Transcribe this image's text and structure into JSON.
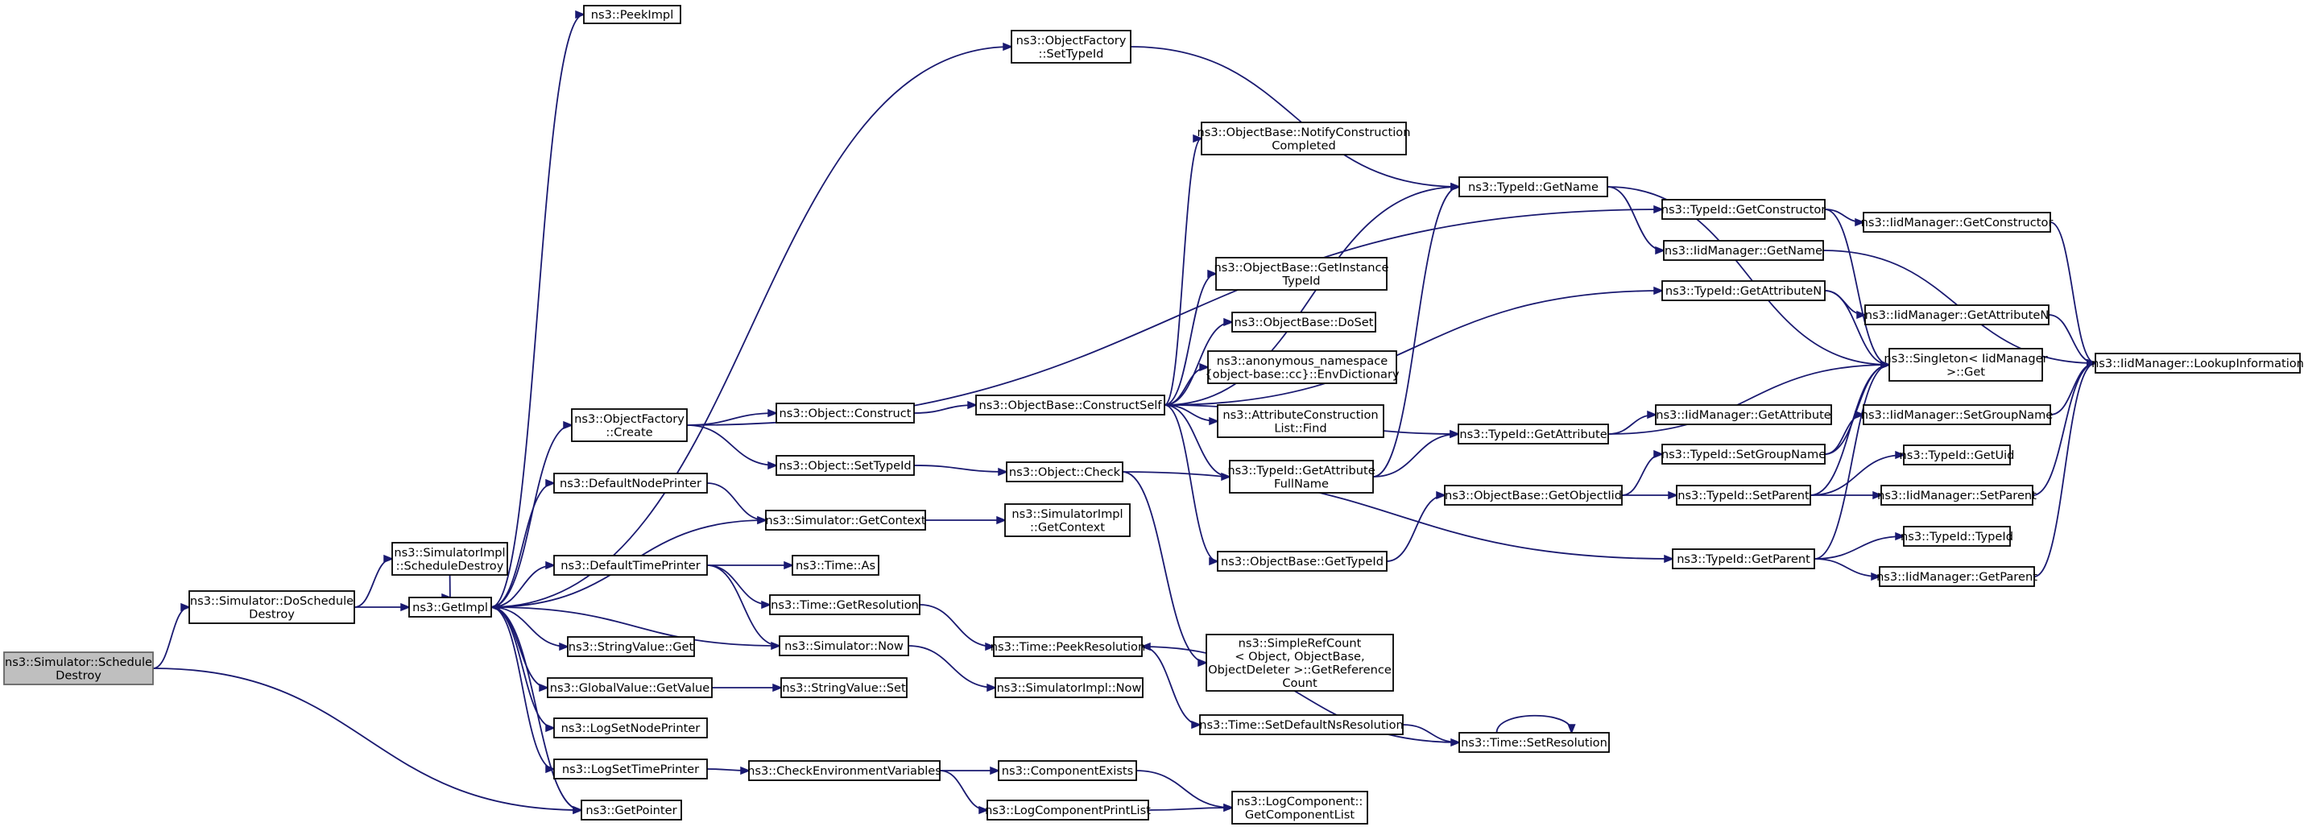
{
  "diagram": {
    "title": "",
    "colors": {
      "edge": "#191970",
      "node_border": "#000000",
      "root_fill": "#bfbfbf",
      "node_fill": "#ffffff"
    },
    "nodes": [
      {
        "id": "root",
        "lines": [
          "ns3::Simulator::Schedule",
          "Destroy"
        ]
      },
      {
        "id": "doschedule",
        "lines": [
          "ns3::Simulator::DoSchedule",
          "Destroy"
        ]
      },
      {
        "id": "simimpl_schedule",
        "lines": [
          "ns3::SimulatorImpl",
          "::ScheduleDestroy"
        ]
      },
      {
        "id": "getimpl",
        "lines": [
          "ns3::GetImpl"
        ]
      },
      {
        "id": "peekimpl",
        "lines": [
          "ns3::PeekImpl"
        ]
      },
      {
        "id": "of_settypeid",
        "lines": [
          "ns3::ObjectFactory",
          "::SetTypeId"
        ]
      },
      {
        "id": "of_create",
        "lines": [
          "ns3::ObjectFactory",
          "::Create"
        ]
      },
      {
        "id": "defaultnodeprinter",
        "lines": [
          "ns3::DefaultNodePrinter"
        ]
      },
      {
        "id": "defaulttimeprinter",
        "lines": [
          "ns3::DefaultTimePrinter"
        ]
      },
      {
        "id": "stringvalue_get",
        "lines": [
          "ns3::StringValue::Get"
        ]
      },
      {
        "id": "globalvalue_getvalue",
        "lines": [
          "ns3::GlobalValue::GetValue"
        ]
      },
      {
        "id": "logsetnodeprinter",
        "lines": [
          "ns3::LogSetNodePrinter"
        ]
      },
      {
        "id": "logsettimeprinter",
        "lines": [
          "ns3::LogSetTimePrinter"
        ]
      },
      {
        "id": "getpointer",
        "lines": [
          "ns3::GetPointer"
        ]
      },
      {
        "id": "object_construct",
        "lines": [
          "ns3::Object::Construct"
        ]
      },
      {
        "id": "object_settypeid",
        "lines": [
          "ns3::Object::SetTypeId"
        ]
      },
      {
        "id": "sim_getcontext",
        "lines": [
          "ns3::Simulator::GetContext"
        ]
      },
      {
        "id": "time_as",
        "lines": [
          "ns3::Time::As"
        ]
      },
      {
        "id": "time_getresolution",
        "lines": [
          "ns3::Time::GetResolution"
        ]
      },
      {
        "id": "sim_now",
        "lines": [
          "ns3::Simulator::Now"
        ]
      },
      {
        "id": "stringvalue_set",
        "lines": [
          "ns3::StringValue::Set"
        ]
      },
      {
        "id": "checkenv",
        "lines": [
          "ns3::CheckEnvironmentVariables"
        ]
      },
      {
        "id": "object_check",
        "lines": [
          "ns3::Object::Check"
        ]
      },
      {
        "id": "simimpl_getcontext",
        "lines": [
          "ns3::SimulatorImpl",
          "::GetContext"
        ]
      },
      {
        "id": "time_peekresolution",
        "lines": [
          "ns3::Time::PeekResolution"
        ]
      },
      {
        "id": "simimpl_now",
        "lines": [
          "ns3::SimulatorImpl::Now"
        ]
      },
      {
        "id": "componentexists",
        "lines": [
          "ns3::ComponentExists"
        ]
      },
      {
        "id": "logcomponentprintlist",
        "lines": [
          "ns3::LogComponentPrintList"
        ]
      },
      {
        "id": "objectbase_constructself",
        "lines": [
          "ns3::ObjectBase::ConstructSelf"
        ]
      },
      {
        "id": "ob_notifyconstruction",
        "lines": [
          "ns3::ObjectBase::NotifyConstruction",
          "Completed"
        ]
      },
      {
        "id": "ob_getinstancetypeid",
        "lines": [
          "ns3::ObjectBase::GetInstance",
          "TypeId"
        ]
      },
      {
        "id": "ob_doset",
        "lines": [
          "ns3::ObjectBase::DoSet"
        ]
      },
      {
        "id": "anon_envdictionary",
        "lines": [
          "ns3::anonymous_namespace",
          "{object-base::cc}::EnvDictionary"
        ]
      },
      {
        "id": "attrconstructionlist_find",
        "lines": [
          "ns3::AttributeConstruction",
          "List::Find"
        ]
      },
      {
        "id": "typeid_getattributefullname",
        "lines": [
          "ns3::TypeId::GetAttribute",
          "FullName"
        ]
      },
      {
        "id": "ob_gettypeid",
        "lines": [
          "ns3::ObjectBase::GetTypeId"
        ]
      },
      {
        "id": "simplerefcount",
        "lines": [
          "ns3::SimpleRefCount",
          "< Object, ObjectBase,",
          "ObjectDeleter >::GetReference",
          "Count"
        ]
      },
      {
        "id": "time_setdefaultnsresolution",
        "lines": [
          "ns3::Time::SetDefaultNsResolution"
        ]
      },
      {
        "id": "logcomponent_getcomponentlist",
        "lines": [
          "ns3::LogComponent::",
          "GetComponentList"
        ]
      },
      {
        "id": "typeid_getname",
        "lines": [
          "ns3::TypeId::GetName"
        ]
      },
      {
        "id": "typeid_getattribute",
        "lines": [
          "ns3::TypeId::GetAttribute"
        ]
      },
      {
        "id": "ob_getobjectiid",
        "lines": [
          "ns3::ObjectBase::GetObjectIid"
        ]
      },
      {
        "id": "time_setresolution",
        "lines": [
          "ns3::Time::SetResolution"
        ]
      },
      {
        "id": "typeid_getconstructor",
        "lines": [
          "ns3::TypeId::GetConstructor"
        ]
      },
      {
        "id": "iidmanager_getname",
        "lines": [
          "ns3::IidManager::GetName"
        ]
      },
      {
        "id": "typeid_getattributen",
        "lines": [
          "ns3::TypeId::GetAttributeN"
        ]
      },
      {
        "id": "iidmanager_getattribute",
        "lines": [
          "ns3::IidManager::GetAttribute"
        ]
      },
      {
        "id": "typeid_setgroupname",
        "lines": [
          "ns3::TypeId::SetGroupName"
        ]
      },
      {
        "id": "typeid_setparent",
        "lines": [
          "ns3::TypeId::SetParent"
        ]
      },
      {
        "id": "typeid_getparent",
        "lines": [
          "ns3::TypeId::GetParent"
        ]
      },
      {
        "id": "iidmanager_getconstructor",
        "lines": [
          "ns3::IidManager::GetConstructor"
        ]
      },
      {
        "id": "singleton_get",
        "lines": [
          "ns3::Singleton< IidManager",
          ">::Get"
        ]
      },
      {
        "id": "iidmanager_getattributen",
        "lines": [
          "ns3::IidManager::GetAttributeN"
        ]
      },
      {
        "id": "iidmanager_setgroupname",
        "lines": [
          "ns3::IidManager::SetGroupName"
        ]
      },
      {
        "id": "typeid_getuid",
        "lines": [
          "ns3::TypeId::GetUid"
        ]
      },
      {
        "id": "iidmanager_setparent",
        "lines": [
          "ns3::IidManager::SetParent"
        ]
      },
      {
        "id": "typeid_typeid",
        "lines": [
          "ns3::TypeId::TypeId"
        ]
      },
      {
        "id": "iidmanager_getparent",
        "lines": [
          "ns3::IidManager::GetParent"
        ]
      },
      {
        "id": "iidmanager_lookupinformation",
        "lines": [
          "ns3::IidManager::LookupInformation"
        ]
      }
    ],
    "edges": [
      [
        "root",
        "doschedule"
      ],
      [
        "root",
        "getpointer"
      ],
      [
        "doschedule",
        "simimpl_schedule"
      ],
      [
        "doschedule",
        "getimpl"
      ],
      [
        "simimpl_schedule",
        "getimpl"
      ],
      [
        "getimpl",
        "peekimpl"
      ],
      [
        "getimpl",
        "of_settypeid"
      ],
      [
        "getimpl",
        "of_create"
      ],
      [
        "getimpl",
        "defaultnodeprinter"
      ],
      [
        "getimpl",
        "sim_getcontext"
      ],
      [
        "getimpl",
        "defaulttimeprinter"
      ],
      [
        "getimpl",
        "stringvalue_get"
      ],
      [
        "getimpl",
        "globalvalue_getvalue"
      ],
      [
        "getimpl",
        "logsetnodeprinter"
      ],
      [
        "getimpl",
        "logsettimeprinter"
      ],
      [
        "getimpl",
        "getpointer"
      ],
      [
        "of_settypeid",
        "typeid_getname"
      ],
      [
        "of_create",
        "typeid_getconstructor"
      ],
      [
        "of_create",
        "object_construct"
      ],
      [
        "of_create",
        "object_settypeid"
      ],
      [
        "defaultnodeprinter",
        "sim_getcontext"
      ],
      [
        "defaulttimeprinter",
        "time_as"
      ],
      [
        "defaulttimeprinter",
        "time_getresolution"
      ],
      [
        "defaulttimeprinter",
        "sim_now"
      ],
      [
        "globalvalue_getvalue",
        "stringvalue_set"
      ],
      [
        "logsettimeprinter",
        "checkenv"
      ],
      [
        "object_construct",
        "objectbase_constructself"
      ],
      [
        "object_settypeid",
        "object_check"
      ],
      [
        "sim_getcontext",
        "simimpl_getcontext"
      ],
      [
        "time_getresolution",
        "time_peekresolution"
      ],
      [
        "sim_now",
        "getimpl"
      ],
      [
        "sim_now",
        "simimpl_now"
      ],
      [
        "checkenv",
        "componentexists"
      ],
      [
        "checkenv",
        "logcomponentprintlist"
      ],
      [
        "object_check",
        "simplerefcount"
      ],
      [
        "object_check",
        "typeid_getparent"
      ],
      [
        "objectbase_constructself",
        "ob_notifyconstruction"
      ],
      [
        "objectbase_constructself",
        "typeid_getname"
      ],
      [
        "objectbase_constructself",
        "ob_getinstancetypeid"
      ],
      [
        "objectbase_constructself",
        "ob_doset"
      ],
      [
        "objectbase_constructself",
        "anon_envdictionary"
      ],
      [
        "objectbase_constructself",
        "attrconstructionlist_find"
      ],
      [
        "objectbase_constructself",
        "typeid_getattributefullname"
      ],
      [
        "objectbase_constructself",
        "ob_gettypeid"
      ],
      [
        "objectbase_constructself",
        "typeid_getattribute"
      ],
      [
        "objectbase_constructself",
        "typeid_getattributen"
      ],
      [
        "typeid_getattributefullname",
        "typeid_getname"
      ],
      [
        "typeid_getattributefullname",
        "typeid_getattribute"
      ],
      [
        "ob_gettypeid",
        "ob_getobjectiid"
      ],
      [
        "time_peekresolution",
        "time_setdefaultnsresolution"
      ],
      [
        "time_setdefaultnsresolution",
        "time_setresolution"
      ],
      [
        "time_setresolution",
        "time_setresolution"
      ],
      [
        "time_setresolution",
        "time_peekresolution"
      ],
      [
        "componentexists",
        "logcomponent_getcomponentlist"
      ],
      [
        "logcomponentprintlist",
        "logcomponent_getcomponentlist"
      ],
      [
        "typeid_getname",
        "iidmanager_getname"
      ],
      [
        "typeid_getname",
        "singleton_get"
      ],
      [
        "typeid_getattribute",
        "iidmanager_getattribute"
      ],
      [
        "typeid_getattribute",
        "singleton_get"
      ],
      [
        "ob_getobjectiid",
        "typeid_setgroupname"
      ],
      [
        "ob_getobjectiid",
        "typeid_setparent"
      ],
      [
        "typeid_getconstructor",
        "iidmanager_getconstructor"
      ],
      [
        "typeid_getconstructor",
        "singleton_get"
      ],
      [
        "iidmanager_getname",
        "iidmanager_lookupinformation"
      ],
      [
        "typeid_getattributen",
        "iidmanager_getattributen"
      ],
      [
        "typeid_getattributen",
        "singleton_get"
      ],
      [
        "typeid_setgroupname",
        "iidmanager_setgroupname"
      ],
      [
        "typeid_setgroupname",
        "singleton_get"
      ],
      [
        "typeid_setparent",
        "typeid_getuid"
      ],
      [
        "typeid_setparent",
        "iidmanager_setparent"
      ],
      [
        "typeid_setparent",
        "singleton_get"
      ],
      [
        "typeid_getparent",
        "typeid_typeid"
      ],
      [
        "typeid_getparent",
        "iidmanager_getparent"
      ],
      [
        "typeid_getparent",
        "singleton_get"
      ],
      [
        "iidmanager_getconstructor",
        "iidmanager_lookupinformation"
      ],
      [
        "iidmanager_getattributen",
        "iidmanager_lookupinformation"
      ],
      [
        "iidmanager_setgroupname",
        "iidmanager_lookupinformation"
      ],
      [
        "iidmanager_setparent",
        "iidmanager_lookupinformation"
      ],
      [
        "iidmanager_getparent",
        "iidmanager_lookupinformation"
      ]
    ]
  }
}
